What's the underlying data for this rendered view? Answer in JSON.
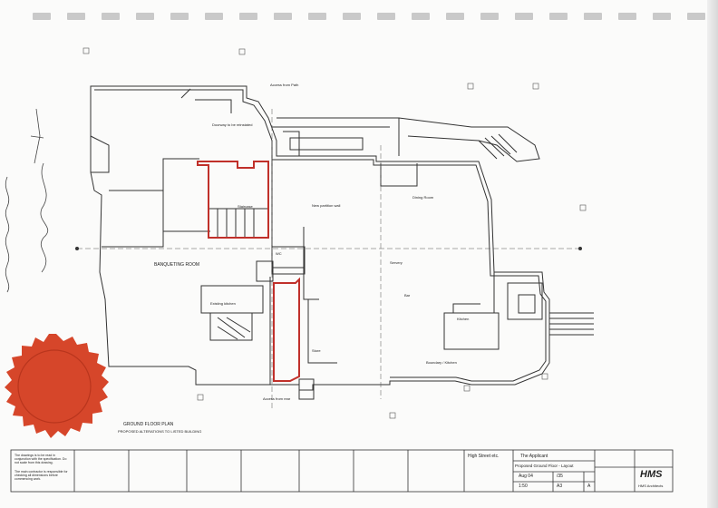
{
  "drawing": {
    "room_label_main": "BANQUETING ROOM",
    "room_label_small": "Existing kitchen",
    "plan_title_line1": "GROUND FLOOR PLAN",
    "plan_title_line2": "PROPOSED ALTERATIONS TO LISTED BUILDING",
    "note_top_entrance": "Access from Path",
    "note_doorway": "Doorway to be reinstated",
    "note_lower_access": "Access from rear",
    "note_stair": "Staircase",
    "note_wc": "WC",
    "note_new_wall": "New partition wall",
    "note_kitchen": "Kitchen",
    "note_store": "Store",
    "note_servery": "Servery",
    "note_bar": "Bar",
    "note_bottom_room": "Boundary / Kitchen",
    "note_right_room": "Dining Room"
  },
  "title_block": {
    "notes_text": "The drawings is to be read in conjunction with the specification. Do not scale from this drawing.",
    "notes_text2": "The main contractor is responsible for checking all dimensions before commencing work.",
    "project": "High Street etc.",
    "client": "The Applicant",
    "drawing_title": "Proposed Ground Floor - Layout",
    "date": "Aug 04",
    "drawing_no": "/35",
    "scale": "1:50",
    "rev": "A",
    "sheet_size": "A3",
    "logo": "HMS",
    "company": "HMS Architects"
  },
  "colors": {
    "line": "#333333",
    "highlight": "#c0302a",
    "seal": "#d6462a"
  }
}
